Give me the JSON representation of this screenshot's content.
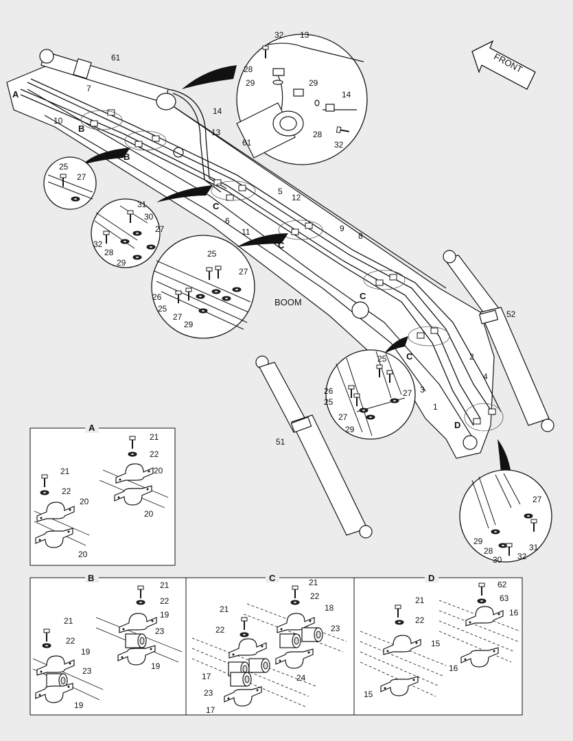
{
  "direction_arrow": {
    "label": "FRONT"
  },
  "main_label": "BOOM",
  "view_tags": {
    "a": "A",
    "b": "B",
    "c": "C",
    "d": "D"
  },
  "main_callouts": {
    "n61": "61",
    "n7": "7",
    "n10": "10",
    "n14": "14",
    "n13": "13",
    "n5": "5",
    "n12": "12",
    "n6": "6",
    "n11": "11",
    "n9": "9",
    "n8": "8",
    "n52": "52",
    "n2": "2",
    "n3": "3",
    "n4": "4",
    "n1": "1",
    "n51": "51"
  },
  "detail_top": {
    "n32a": "32",
    "n13": "13",
    "n28a": "28",
    "n29a": "29",
    "n29b": "29",
    "n14": "14",
    "n28b": "28",
    "n32b": "32",
    "n61": "61"
  },
  "detail_bolt": {
    "n25": "25",
    "n27": "27"
  },
  "detail_pipe": {
    "n31": "31",
    "n30": "30",
    "n27": "27",
    "n32": "32",
    "n28": "28",
    "n29": "29"
  },
  "detail_clamp_c": {
    "n25": "25",
    "n27": "27",
    "n26": "26",
    "n25b": "25",
    "n27b": "27",
    "n29": "29"
  },
  "detail_clamp_arm": {
    "n25": "25",
    "n26": "26",
    "n25b": "25",
    "n27": "27",
    "n27b": "27",
    "n29": "29"
  },
  "detail_d": {
    "n27": "27",
    "n29": "29",
    "n28": "28",
    "n31": "31",
    "n30": "30",
    "n32": "32"
  },
  "panel_a": {
    "title": "A",
    "labels": {
      "n21a": "21",
      "n22a": "22",
      "n20a": "20",
      "n21b": "21",
      "n22b": "22",
      "n20b": "20",
      "n20c": "20",
      "n20d": "20"
    }
  },
  "panel_b": {
    "title": "B",
    "labels": {
      "n21a": "21",
      "n22a": "22",
      "n19a": "19",
      "n23a": "23",
      "n19b": "19",
      "n21b": "21",
      "n22b": "22",
      "n19c": "19",
      "n23b": "23",
      "n19d": "19"
    }
  },
  "panel_c": {
    "title": "C",
    "labels": {
      "n21a": "21",
      "n22a": "22",
      "n18": "18",
      "n23a": "23",
      "n21b": "21",
      "n22b": "22",
      "n24": "24",
      "n17a": "17",
      "n23b": "23",
      "n17b": "17"
    }
  },
  "panel_d": {
    "title": "D",
    "labels": {
      "n62": "62",
      "n63": "63",
      "n16a": "16",
      "n21": "21",
      "n22": "22",
      "n15a": "15",
      "n16b": "16",
      "n15b": "15"
    }
  }
}
